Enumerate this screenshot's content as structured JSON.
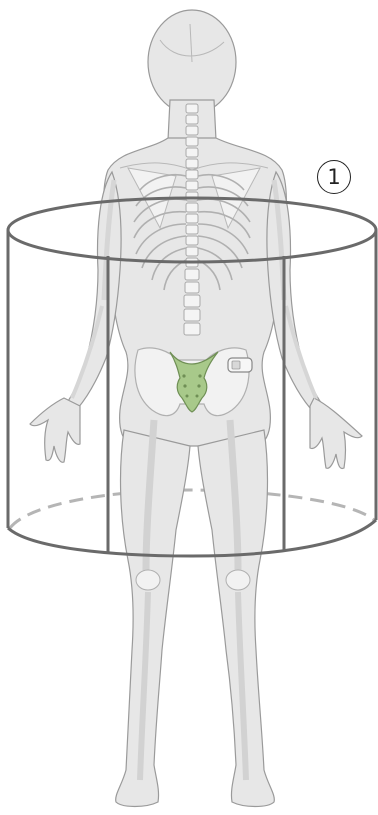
{
  "marker": {
    "label": "1"
  },
  "colors": {
    "background": "#ffffff",
    "body_fill": "#e7e7e7",
    "body_outline": "#9a9a9a",
    "bone_fill": "#f2f2f2",
    "bone_outline": "#b8b8b8",
    "sacrum_fill": "#a8c98a",
    "sacrum_outline": "#6f8f55",
    "cylinder_stroke": "#6a6a6a",
    "cylinder_dashed": "#b5b5b5",
    "device_fill": "#f7f7f7",
    "device_outline": "#888888"
  },
  "icons": {
    "figure": "human-body-posterior-view",
    "region": "sacrum",
    "device": "implanted-stimulator-device",
    "volume": "scan-cylinder"
  }
}
